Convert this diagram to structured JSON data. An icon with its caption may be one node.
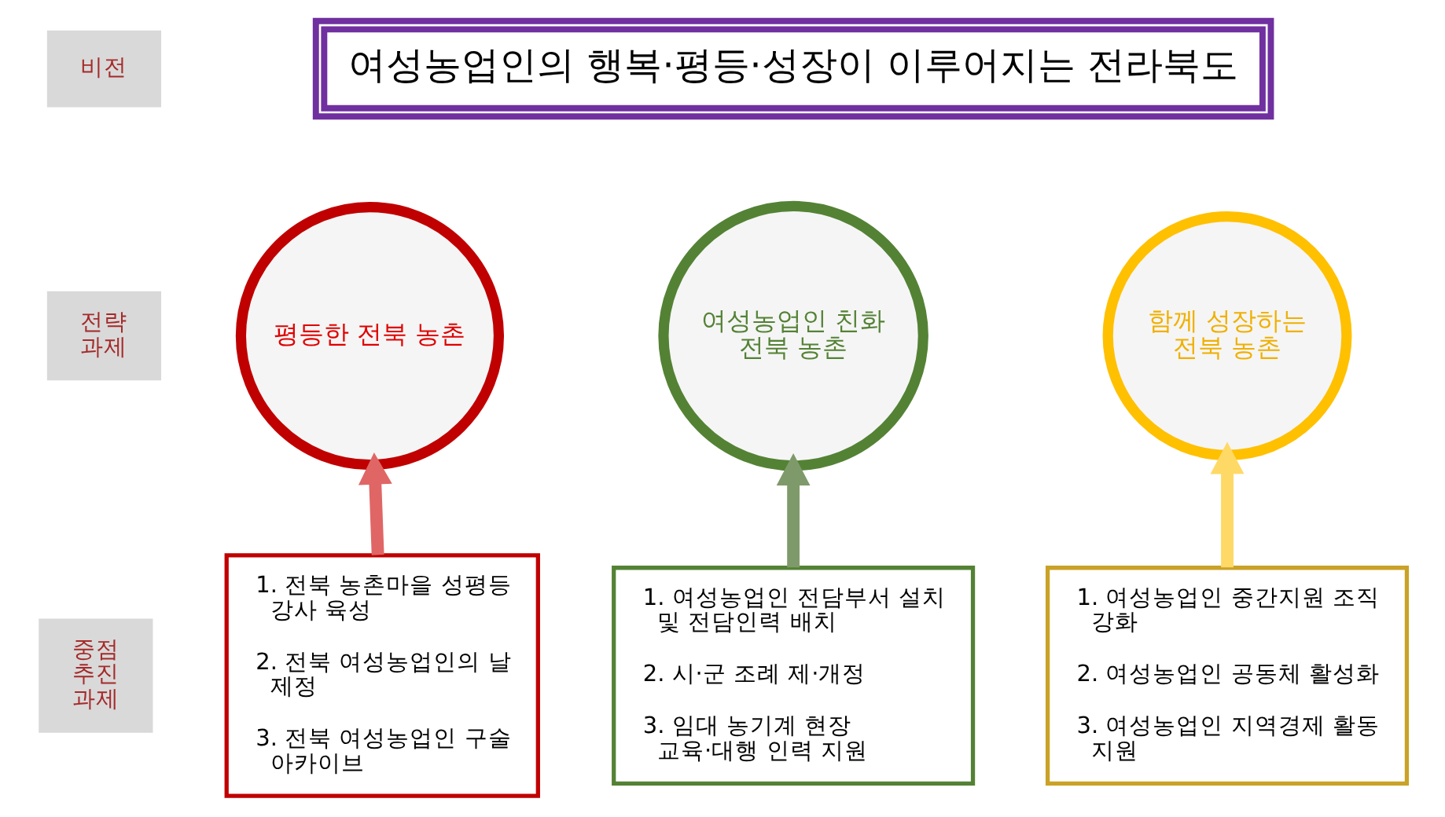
{
  "diagram": {
    "nodes": [
      {
        "text": [
          "비전"
        ]
      },
      {
        "text": [
          "여성농업인의 행복·평등·성장이 이루어지는 전라북도"
        ]
      },
      {
        "text": [
          "전략 과제"
        ]
      },
      {
        "text": [
          "중점 추진 과제"
        ]
      },
      {
        "text": [
          "평등한 전북 농촌"
        ]
      },
      {
        "text": [
          "여성농업인 친화 전북 농촌"
        ]
      },
      {
        "text": [
          "함께 성장하는 전북 농촌"
        ]
      },
      {
        "text": [
          "1. 전북 농촌마을 성평등 강사 육성",
          "2. 전북 여성농업인의 날 제정",
          "3. 전북 여성농업인 구술 아카이브"
        ]
      },
      {
        "text": [
          "1. 여성농업인 전담부서 설치 및 전담인력 배치",
          "2. 시·군 조례 제·개정",
          "3. 임대 농기계 현장 교육·대행 인력 지원"
        ]
      },
      {
        "text": [
          "1. 여성농업인 중간지원 조직 강화",
          "2. 여성농업인 공동체 활성화",
          "3. 여성농업인 지역경제 활동 지원"
        ]
      }
    ],
    "edges": [
      {
        "from": 7,
        "to": 4,
        "arrow": "to",
        "color": "#e06666"
      },
      {
        "from": 8,
        "to": 5,
        "arrow": "to",
        "color": "#7f9a6a"
      },
      {
        "from": 9,
        "to": 6,
        "arrow": "to",
        "color": "#ffd966"
      }
    ]
  }
}
